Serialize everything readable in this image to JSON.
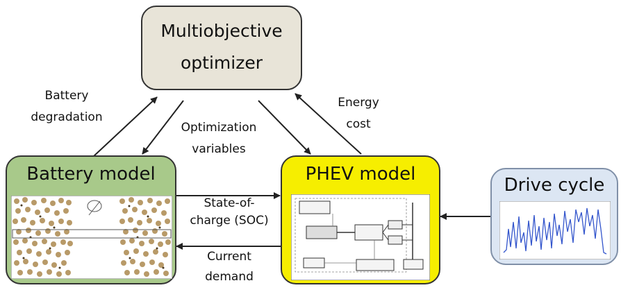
{
  "boxes": {
    "optimizer": {
      "line1": "Multiobjective",
      "line2": "optimizer",
      "fill": "#e8e4d8"
    },
    "battery": {
      "title": "Battery model",
      "fill": "#a8c98a"
    },
    "phev": {
      "title": "PHEV model",
      "fill": "#f6ee00"
    },
    "drive": {
      "title": "Drive cycle",
      "fill": "#dce6f3"
    }
  },
  "edges": {
    "battery_degradation": {
      "line1": "Battery",
      "line2": "degradation"
    },
    "optimization_variables": {
      "line1": "Optimization",
      "line2": "variables"
    },
    "energy_cost": {
      "line1": "Energy",
      "line2": "cost"
    },
    "soc": {
      "line1": "State-of-",
      "line2": "charge (SOC)"
    },
    "current_demand": {
      "line1": "Current",
      "line2": "demand"
    }
  },
  "colors": {
    "arrow": "#222222",
    "border": "#333333",
    "drive_trace": "#3355cc"
  }
}
